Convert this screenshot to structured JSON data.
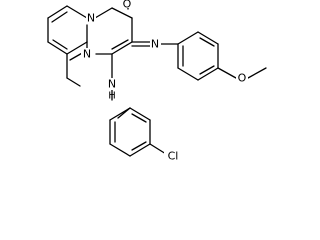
{
  "molecule": {
    "atom_labels": {
      "n_pyridine": "N",
      "o_carbonyl": "O",
      "n_pyrimidine": "N",
      "n_imine": "N",
      "n_amine": "N",
      "h_amine": "H",
      "o_methoxy": "O",
      "cl_atom": "Cl"
    }
  }
}
